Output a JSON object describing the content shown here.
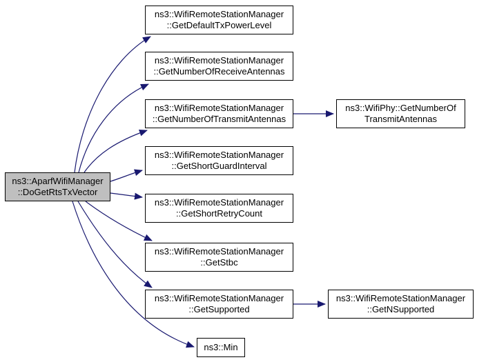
{
  "diagram": {
    "type": "call-graph",
    "colors": {
      "background": "#ffffff",
      "edge": "#191970",
      "node_border": "#000000",
      "node_fill": "#ffffff",
      "root_node_fill": "#bfbfbf",
      "text": "#000000"
    },
    "nodes": {
      "root": {
        "line1": "ns3::AparfWifiManager",
        "line2": "::DoGetRtsTxVector"
      },
      "get_default_tx_power_level": {
        "line1": "ns3::WifiRemoteStationManager",
        "line2": "::GetDefaultTxPowerLevel"
      },
      "get_number_of_receive_antennas": {
        "line1": "ns3::WifiRemoteStationManager",
        "line2": "::GetNumberOfReceiveAntennas"
      },
      "get_number_of_transmit_antennas": {
        "line1": "ns3::WifiRemoteStationManager",
        "line2": "::GetNumberOfTransmitAntennas"
      },
      "get_short_guard_interval": {
        "line1": "ns3::WifiRemoteStationManager",
        "line2": "::GetShortGuardInterval"
      },
      "get_short_retry_count": {
        "line1": "ns3::WifiRemoteStationManager",
        "line2": "::GetShortRetryCount"
      },
      "get_stbc": {
        "line1": "ns3::WifiRemoteStationManager",
        "line2": "::GetStbc"
      },
      "get_supported": {
        "line1": "ns3::WifiRemoteStationManager",
        "line2": "::GetSupported"
      },
      "min": {
        "line1": "ns3::Min"
      },
      "wifiphy_get_number_of_transmit_antennas": {
        "line1": "ns3::WifiPhy::GetNumberOf",
        "line2": "TransmitAntennas"
      },
      "get_n_supported": {
        "line1": "ns3::WifiRemoteStationManager",
        "line2": "::GetNSupported"
      }
    },
    "edges": [
      {
        "from": "ns3::AparfWifiManager::DoGetRtsTxVector",
        "to": "ns3::WifiRemoteStationManager::GetDefaultTxPowerLevel"
      },
      {
        "from": "ns3::AparfWifiManager::DoGetRtsTxVector",
        "to": "ns3::WifiRemoteStationManager::GetNumberOfReceiveAntennas"
      },
      {
        "from": "ns3::AparfWifiManager::DoGetRtsTxVector",
        "to": "ns3::WifiRemoteStationManager::GetNumberOfTransmitAntennas"
      },
      {
        "from": "ns3::AparfWifiManager::DoGetRtsTxVector",
        "to": "ns3::WifiRemoteStationManager::GetShortGuardInterval"
      },
      {
        "from": "ns3::AparfWifiManager::DoGetRtsTxVector",
        "to": "ns3::WifiRemoteStationManager::GetShortRetryCount"
      },
      {
        "from": "ns3::AparfWifiManager::DoGetRtsTxVector",
        "to": "ns3::WifiRemoteStationManager::GetStbc"
      },
      {
        "from": "ns3::AparfWifiManager::DoGetRtsTxVector",
        "to": "ns3::WifiRemoteStationManager::GetSupported"
      },
      {
        "from": "ns3::AparfWifiManager::DoGetRtsTxVector",
        "to": "ns3::Min"
      },
      {
        "from": "ns3::WifiRemoteStationManager::GetNumberOfTransmitAntennas",
        "to": "ns3::WifiPhy::GetNumberOfTransmitAntennas"
      },
      {
        "from": "ns3::WifiRemoteStationManager::GetSupported",
        "to": "ns3::WifiRemoteStationManager::GetNSupported"
      }
    ]
  }
}
